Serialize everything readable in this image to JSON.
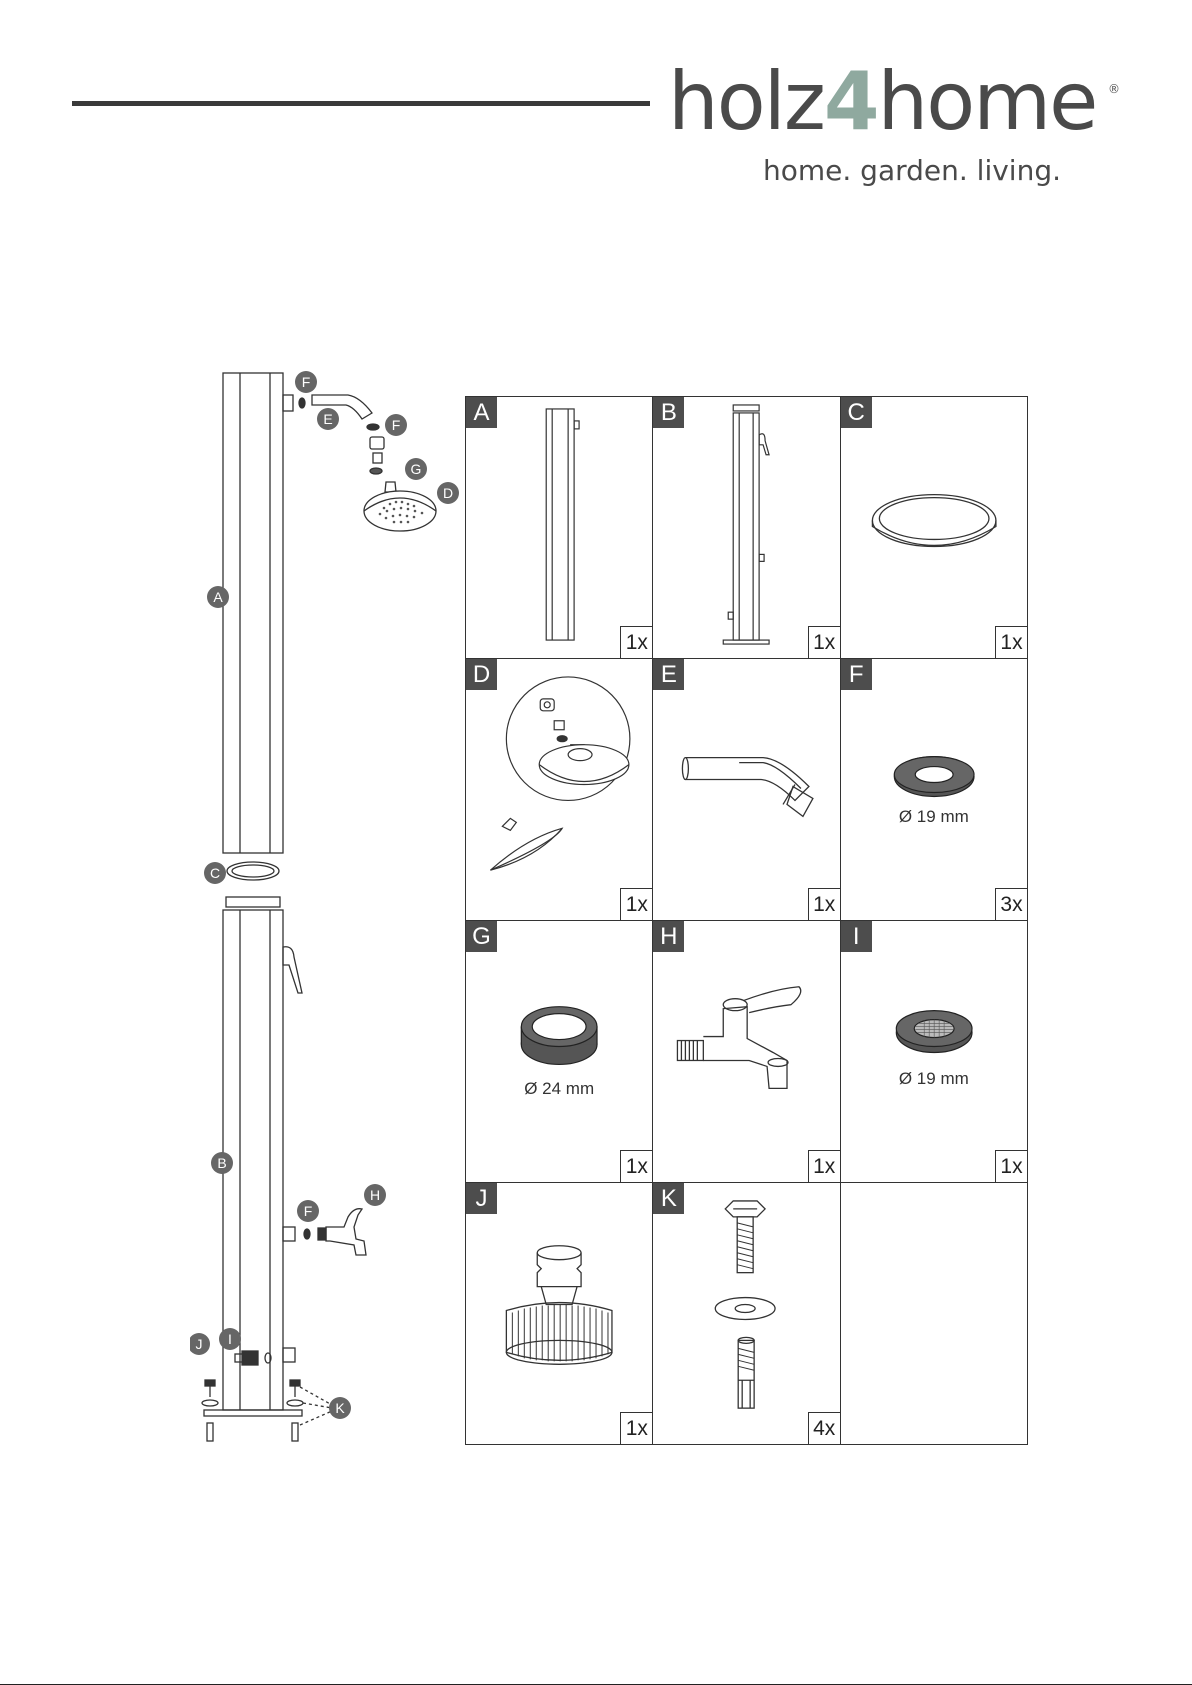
{
  "brand": {
    "name_start": "holz",
    "name_four": "4",
    "name_end": "home",
    "registered": "®",
    "tagline": "home. garden. living."
  },
  "overview_labels": {
    "A": "A",
    "B": "B",
    "C": "C",
    "D": "D",
    "E": "E",
    "F_top": "F",
    "F_mid": "F",
    "F_low": "F",
    "G": "G",
    "H": "H",
    "I": "I",
    "J": "J",
    "K": "K"
  },
  "parts": [
    {
      "letter": "A",
      "qty": "1x",
      "dim": ""
    },
    {
      "letter": "B",
      "qty": "1x",
      "dim": ""
    },
    {
      "letter": "C",
      "qty": "1x",
      "dim": ""
    },
    {
      "letter": "D",
      "qty": "1x",
      "dim": ""
    },
    {
      "letter": "E",
      "qty": "1x",
      "dim": ""
    },
    {
      "letter": "F",
      "qty": "3x",
      "dim": "Ø 19 mm"
    },
    {
      "letter": "G",
      "qty": "1x",
      "dim": "Ø 24 mm"
    },
    {
      "letter": "H",
      "qty": "1x",
      "dim": ""
    },
    {
      "letter": "I",
      "qty": "1x",
      "dim": "Ø 19 mm"
    },
    {
      "letter": "J",
      "qty": "1x",
      "dim": ""
    },
    {
      "letter": "K",
      "qty": "4x",
      "dim": ""
    }
  ],
  "icons": [
    "pillar-icon",
    "tap-pillar-icon",
    "seal-ring-icon",
    "shower-head-icon",
    "elbow-pipe-icon",
    "gasket-icon",
    "thick-gasket-icon",
    "tap-icon",
    "filter-gasket-icon",
    "hose-connector-icon",
    "bolt-set-icon"
  ]
}
